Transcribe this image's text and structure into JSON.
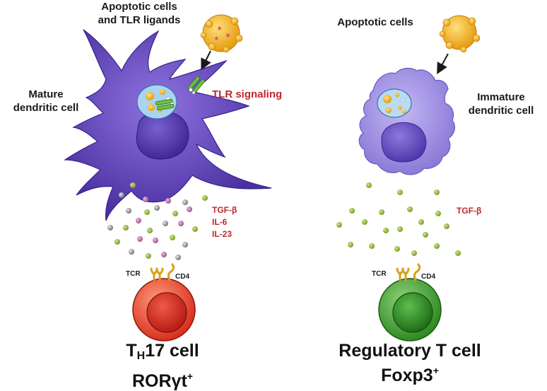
{
  "left": {
    "stimulus_label": "Apoptotic cells and TLR ligands",
    "stimulus_label_line1": "Apoptotic cells",
    "stimulus_label_line2": "and TLR ligands",
    "cell_label_line1": "Mature",
    "cell_label_line2": "dendritic cell",
    "signaling_label": "TLR signaling",
    "cytokines": [
      "TGF-β",
      "IL-6",
      "IL-23"
    ],
    "tcr_label": "TCR",
    "cd4_label": "CD4",
    "tcell_name_prefix": "T",
    "tcell_name_sub": "H",
    "tcell_name_suffix": "17 cell",
    "marker_base": "RORγt",
    "marker_sup": "+"
  },
  "right": {
    "stimulus_label": "Apoptotic cells",
    "cell_label_line1": "Immature",
    "cell_label_line2": "dendritic cell",
    "cytokines": [
      "TGF-β"
    ],
    "tcr_label": "TCR",
    "cd4_label": "CD4",
    "tcell_name": "Regulatory T cell",
    "marker_base": "Foxp3",
    "marker_sup": "+"
  },
  "colors": {
    "mature_dc": "#5b3fb0",
    "immature_dc": "#9f90e3",
    "th17_cell": "#e2442a",
    "treg_cell": "#3b9a2c",
    "tgf_beta_dot": "#8db33a",
    "il6_dot": "#b46aa8",
    "il23_dot": "#8a8a8a",
    "apoptotic_body": "#f2b21c",
    "label_red": "#c0272d"
  }
}
